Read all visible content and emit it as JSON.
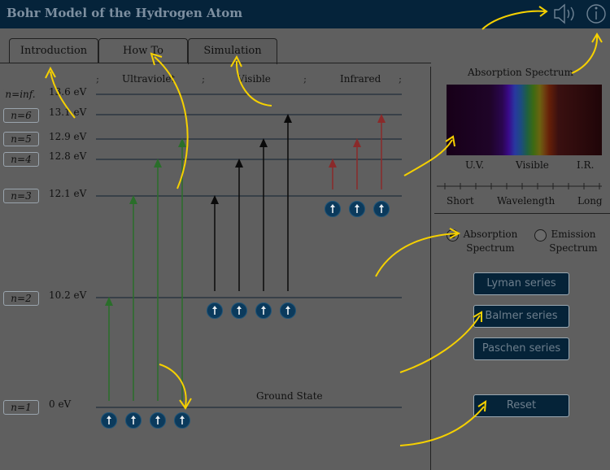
{
  "app": {
    "title": "Bohr Model of the Hydrogen Atom"
  },
  "tabs": [
    {
      "label": "Introduction"
    },
    {
      "label": "How To"
    },
    {
      "label": "Simulation"
    }
  ],
  "spectrum_sections": {
    "uv": "Ultraviolet",
    "visible": "Visible",
    "infrared": "Infrared",
    "separator": ";"
  },
  "levels": [
    {
      "n": "n=1",
      "energy": "0 eV"
    },
    {
      "n": "n=2",
      "energy": "10.2 eV"
    },
    {
      "n": "n=3",
      "energy": "12.1 eV"
    },
    {
      "n": "n=4",
      "energy": "12.8 eV"
    },
    {
      "n": "n=5",
      "energy": "12.9 eV"
    },
    {
      "n": "n=6",
      "energy": "13.1 eV"
    },
    {
      "n": "n=inf.",
      "energy": "13.6 eV"
    }
  ],
  "ground_state_label": "Ground State",
  "transitions": {
    "lyman": {
      "color": "#2a6e2a",
      "from": 1,
      "to": [
        2,
        3,
        4,
        5
      ]
    },
    "balmer": {
      "color": "#0a0a0a",
      "from": 2,
      "to": [
        3,
        4,
        5,
        6
      ]
    },
    "paschen": {
      "color": "#8a2a2a",
      "from": 3,
      "to": [
        4,
        5,
        6
      ]
    }
  },
  "spectrum_panel": {
    "title": "Absorption Spectrum",
    "uv": "U.V.",
    "visible": "Visible",
    "ir": "I.R.",
    "short": "Short",
    "wavelength": "Wavelength",
    "long": "Long"
  },
  "spectrum_mode": {
    "absorption": "Absorption Spectrum",
    "emission": "Emission Spectrum",
    "selected": "absorption"
  },
  "buttons": {
    "lyman": "Lyman series",
    "balmer": "Balmer series",
    "paschen": "Paschen series",
    "reset": "Reset"
  },
  "icons": {
    "sound": "speaker-icon",
    "info": "info-icon",
    "electron": "electron-icon"
  },
  "colors": {
    "titlebar": "#05233a",
    "annotation": "#f5d000",
    "electron": "#0b3a5c"
  }
}
